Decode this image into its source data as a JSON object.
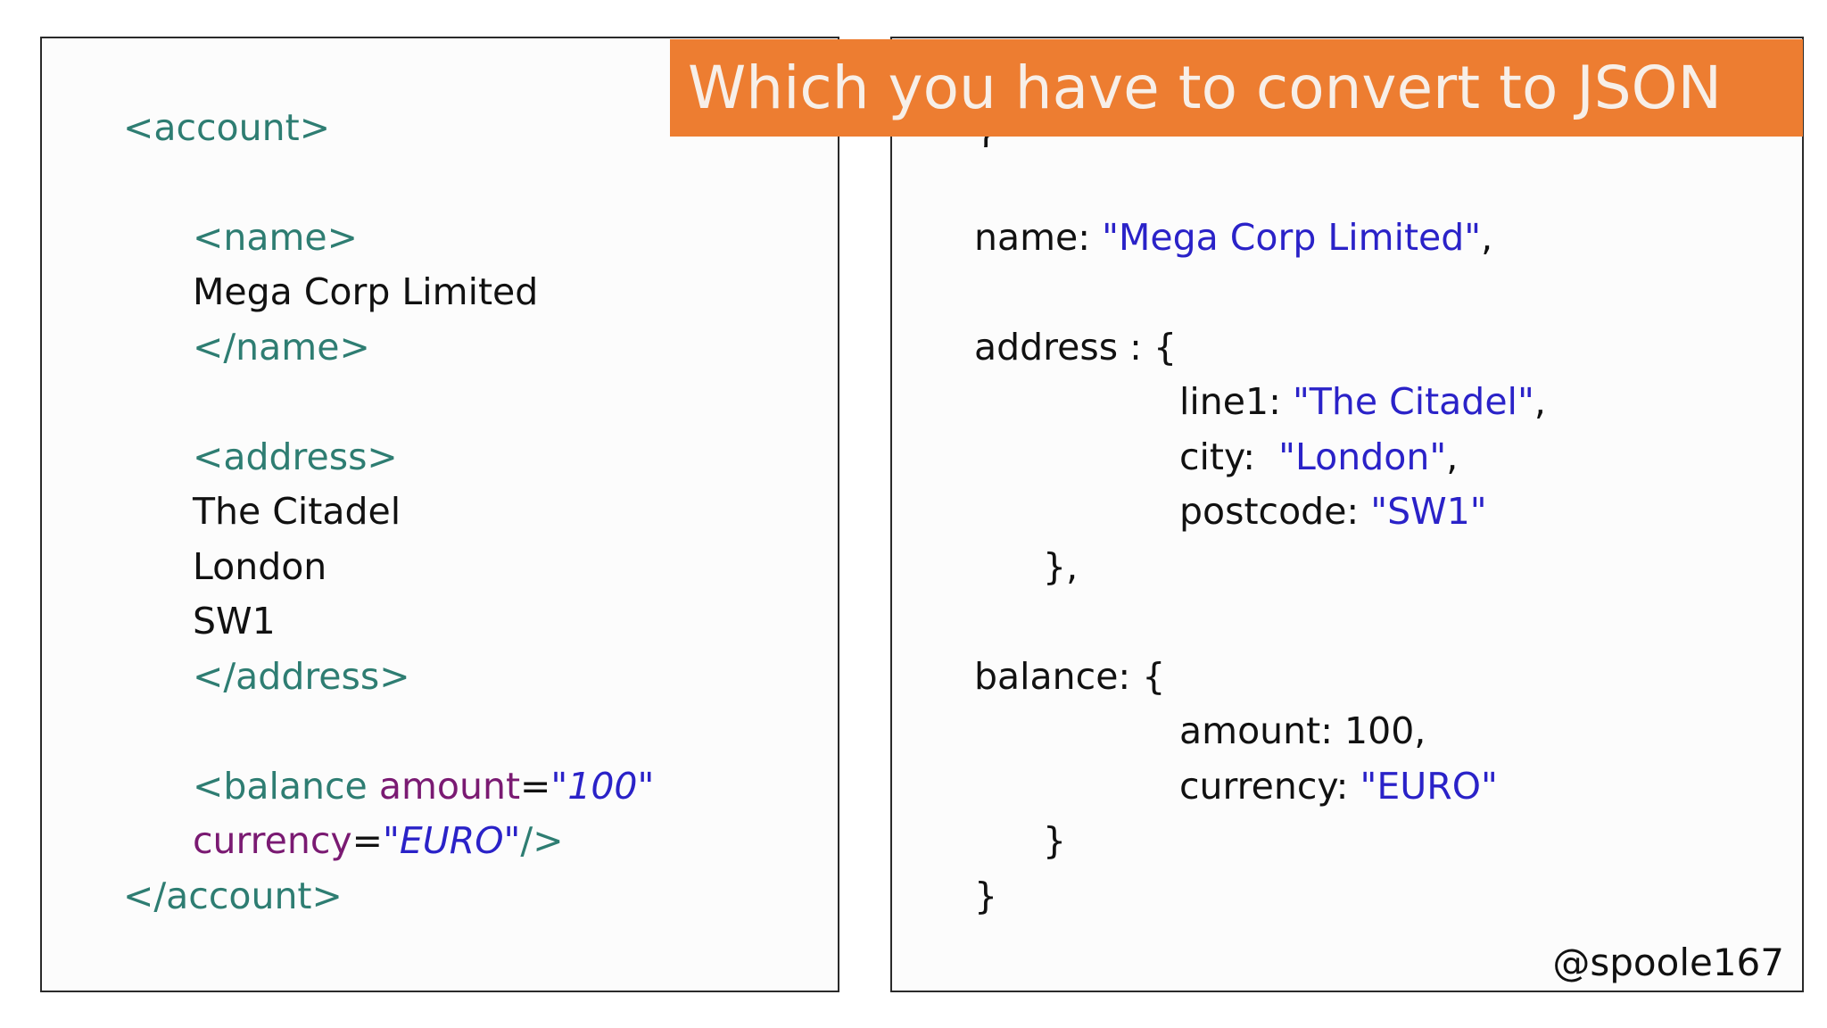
{
  "banner": {
    "text": "Which you have to convert to JSON",
    "color": "#ed7d31"
  },
  "xml": {
    "account_open": "<account>",
    "name_open": "<name>",
    "name_value": "Mega Corp Limited",
    "name_close": "</name>",
    "address_open": "<address>",
    "address_line1": "The Citadel",
    "address_line2": "London",
    "address_line3": "SW1",
    "address_close": "</address>",
    "balance_tag": "<balance",
    "amount_attr": "amount",
    "eq": "=",
    "amount_value": "\"100\"",
    "currency_attr": "currency",
    "currency_value": "\"EURO\"",
    "self_close": "/>",
    "account_close": "</account>"
  },
  "json": {
    "brace_open": "{",
    "name_key": "name: ",
    "name_value": "\"Mega Corp Limited\"",
    "comma": ",",
    "address_key": "address : {",
    "line1_key": "line1: ",
    "line1_value": "\"The Citadel\"",
    "city_key": "city:  ",
    "city_value": "\"London\"",
    "postcode_key": "postcode: ",
    "postcode_value": "\"SW1\"",
    "address_close": "},",
    "balance_key": "balance: {",
    "amount_line": "amount: 100,",
    "currency_key": "currency: ",
    "currency_value": "\"EURO\"",
    "balance_close": "}",
    "brace_close": "}"
  },
  "handle": "@spoole167",
  "colors": {
    "xml_tag": "#2e7d72",
    "xml_attr": "#7a1a72",
    "string_value": "#2a22c8",
    "text": "#111111"
  }
}
